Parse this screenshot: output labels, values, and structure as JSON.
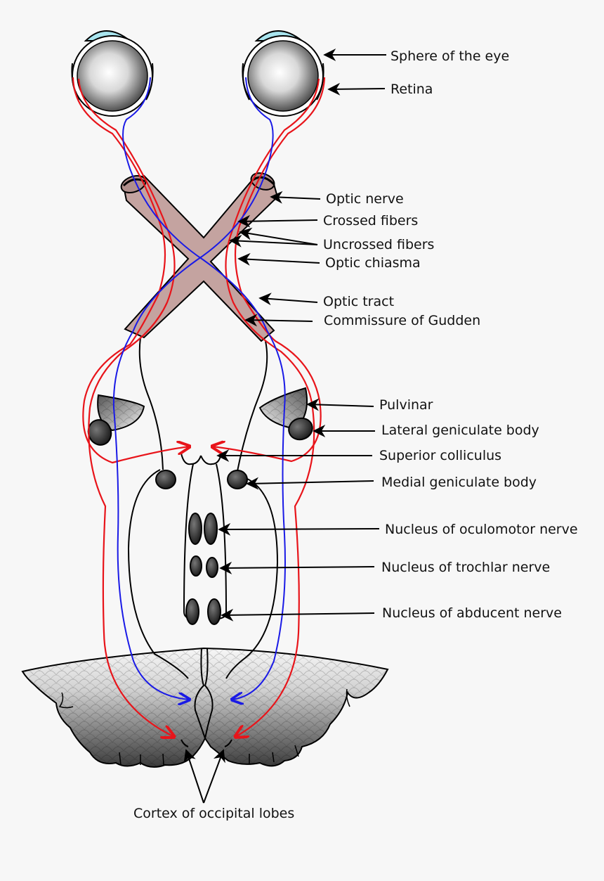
{
  "labels": {
    "sphere_of_eye": "Sphere of the eye",
    "retina": "Retina",
    "optic_nerve": "Optic nerve",
    "crossed_fibers": "Crossed fibers",
    "uncrossed_fibers": "Uncrossed fibers",
    "optic_chiasma": "Optic chiasma",
    "optic_tract": "Optic tract",
    "commissure_of_gudden": "Commissure of Gudden",
    "pulvinar": "Pulvinar",
    "lateral_geniculate_body": "Lateral geniculate body",
    "superior_colliculus": "Superior colliculus",
    "medial_geniculate_body": "Medial geniculate body",
    "nucleus_oculomotor": "Nucleus of oculomotor nerve",
    "nucleus_trochlar": "Nucleus of trochlar nerve",
    "nucleus_abducent": "Nucleus of abducent nerve",
    "cortex_occipital": "Cortex of occipital lobes"
  },
  "colors": {
    "background": "#f7f7f7",
    "uncrossed_fiber": "#e8141a",
    "crossed_fiber": "#1a1ae6",
    "chiasma_fill": "#c4a3a0",
    "cornea": "#a8e4ee",
    "nucleus": "#2b2b2b",
    "label_text": "#111111"
  }
}
